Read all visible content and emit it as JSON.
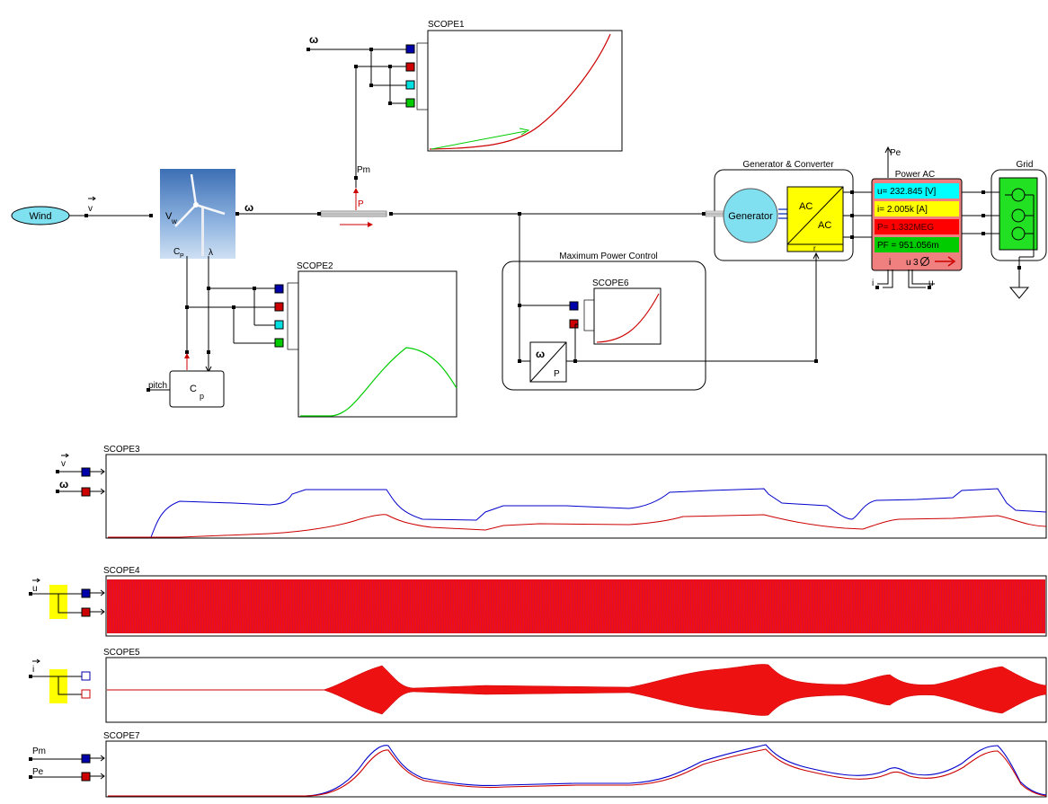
{
  "wind": {
    "label": "Wind",
    "v": "v"
  },
  "turbine": {
    "v_label": "V",
    "w_label": "w",
    "omega": "ω",
    "cp": "C",
    "cp_sub": "P",
    "lambda": "λ"
  },
  "cp_block": {
    "label": "C",
    "sub": "p",
    "pitch": "pitch"
  },
  "shaft": {
    "pm": "Pm",
    "p": "P"
  },
  "scope1": {
    "title": "SCOPE1",
    "omega": "ω"
  },
  "scope2": {
    "title": "SCOPE2"
  },
  "scope3": {
    "title": "SCOPE3",
    "in1": "v",
    "in2": "ω"
  },
  "scope4": {
    "title": "SCOPE4",
    "in1": "u"
  },
  "scope5": {
    "title": "SCOPE5",
    "in1": "i"
  },
  "scope6": {
    "title": "SCOPE6"
  },
  "scope7": {
    "title": "SCOPE7",
    "in1": "Pm",
    "in2": "Pe"
  },
  "mpc": {
    "title": "Maximum Power Control",
    "omega": "ω",
    "p": "P"
  },
  "gen": {
    "title": "Generator & Converter",
    "generator": "Generator",
    "ac1": "AC",
    "ac2": "AC",
    "r": "r"
  },
  "meter": {
    "title": "Power AC",
    "pe": "Pe",
    "u": "u= 232.845 [V]",
    "i": "i= 2.005k [A]",
    "p": "P= 1.332MEG",
    "pf": "PF = 951.056m",
    "footer_i": "i",
    "footer_u": "u",
    "footer_3": "3",
    "out_i": "i",
    "out_u": "u",
    "colors": {
      "u": "#00ffff",
      "i": "#ffff00",
      "p": "#ff0000",
      "pf": "#00cc00",
      "frame": "#f08080"
    }
  },
  "grid": {
    "title": "Grid"
  },
  "colors": {
    "blue": "#0000aa",
    "red": "#cc0000",
    "green": "#00cc00",
    "cyan": "#00ffff",
    "yellow": "#ffff00"
  }
}
